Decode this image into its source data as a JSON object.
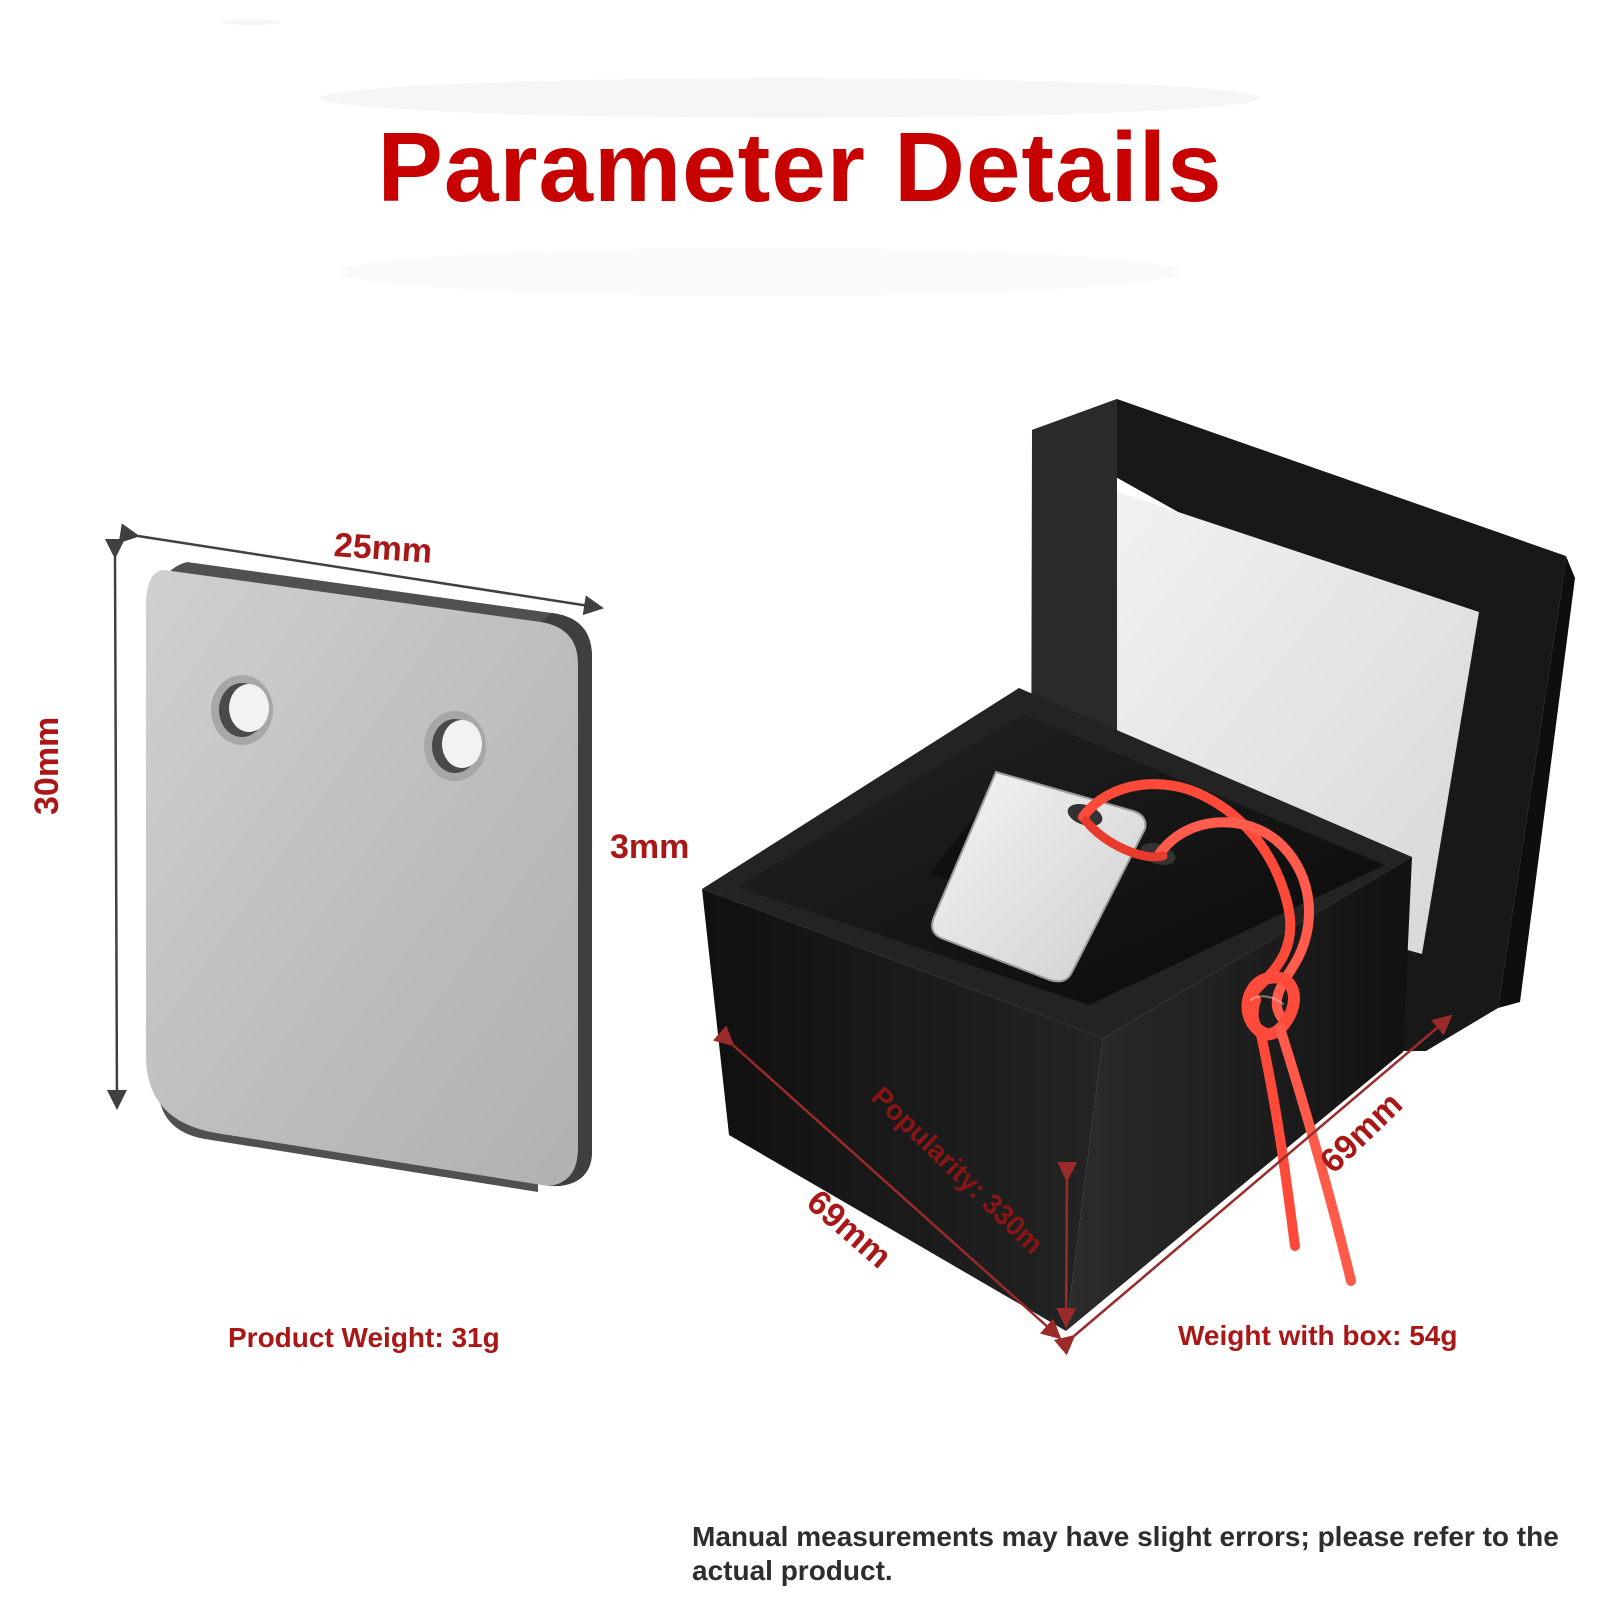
{
  "heading": "Parameter Details",
  "plate": {
    "width_label": "25mm",
    "height_label": "30mm",
    "thickness_label": "3mm",
    "weight_label": "Product Weight: 31g"
  },
  "box": {
    "depth_label": "69mm",
    "width_label": "69mm",
    "overlay_label": "Popularity: 330m",
    "weight_label": "Weight with box: 54g"
  },
  "disclaimer": "Manual measurements may have slight errors; please refer to the actual product.",
  "colors": {
    "accent_red": "#c70000",
    "label_red": "#a91717",
    "plate_face": "#bdbdbd",
    "plate_edge": "#4a4a4a",
    "box_black": "#1b1b1b",
    "cord_red": "#ff4a3a"
  }
}
